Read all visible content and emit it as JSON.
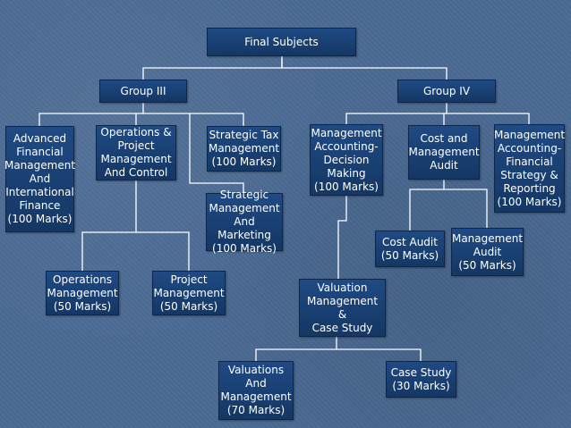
{
  "nodes": {
    "final_subjects": "Final  Subjects",
    "group_iii": "Group III",
    "group_iv": "Group IV",
    "advanced_financial": "Advanced\nFinancial\nManagement\nAnd\nInternational\nFinance\n(100 Marks)",
    "operations_project": "Operations &\nProject\nManagement\nAnd Control",
    "strategic_tax": "Strategic Tax\nManagement\n(100 Marks)",
    "strategic_marketing": "Strategic\nManagement\nAnd Marketing\n(100 Marks)",
    "operations_management": "Operations\nManagement\n(50 Marks)",
    "project_management": "Project\nManagement\n(50 Marks)",
    "mgmt_accounting_decision": "Management\nAccounting-\nDecision\nMaking\n(100 Marks)",
    "cost_and_management_audit": "Cost and\nManagement\nAudit",
    "mgmt_accounting_financial": "Management\nAccounting-\nFinancial\nStrategy &\nReporting\n(100 Marks)",
    "cost_audit": "Cost Audit\n(50 Marks)",
    "management_audit": "Management\nAudit\n(50 Marks)",
    "valuation_case_study": "Valuation\nManagement &\nCase Study",
    "valuations_management": "Valuations\nAnd\nManagement\n(70 Marks)",
    "case_study": "Case Study\n(30 Marks)"
  },
  "colors": {
    "background": "#4b6a93",
    "box_fill": "#1b427a",
    "box_text": "#ffffff",
    "connector": "#ffffff"
  }
}
